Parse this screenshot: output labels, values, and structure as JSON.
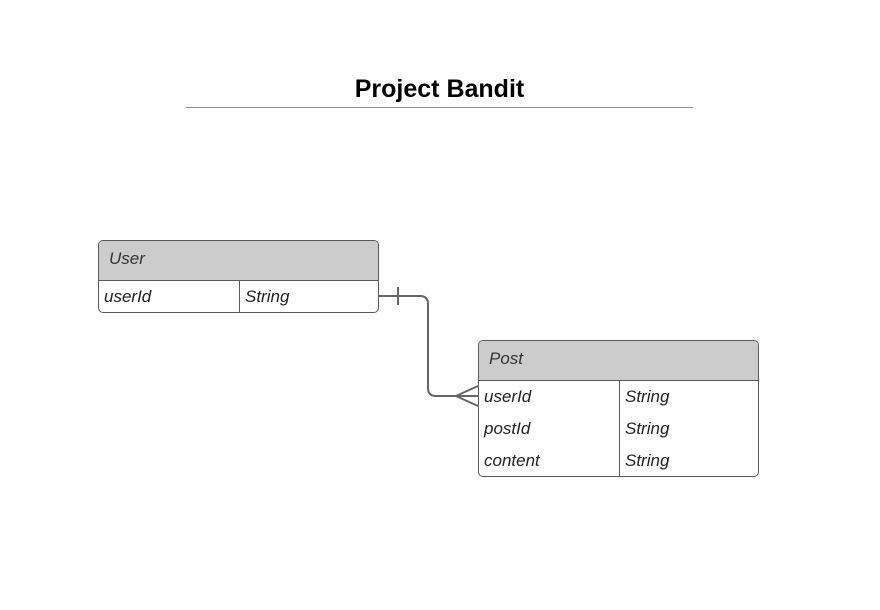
{
  "title": "Project Bandit",
  "entities": {
    "user": {
      "name": "User",
      "fields": [
        {
          "name": "userId",
          "type": "String"
        }
      ]
    },
    "post": {
      "name": "Post",
      "fields": [
        {
          "name": "userId",
          "type": "String"
        },
        {
          "name": "postId",
          "type": "String"
        },
        {
          "name": "content",
          "type": "String"
        }
      ]
    }
  },
  "relationship": {
    "from": "User.userId",
    "to": "Post.userId",
    "from_cardinality": "one",
    "to_cardinality": "many"
  },
  "colors": {
    "header_fill": "#cccccc",
    "border": "#5a5a5a",
    "connector": "#666666",
    "title_rule": "#8f8f8f"
  }
}
